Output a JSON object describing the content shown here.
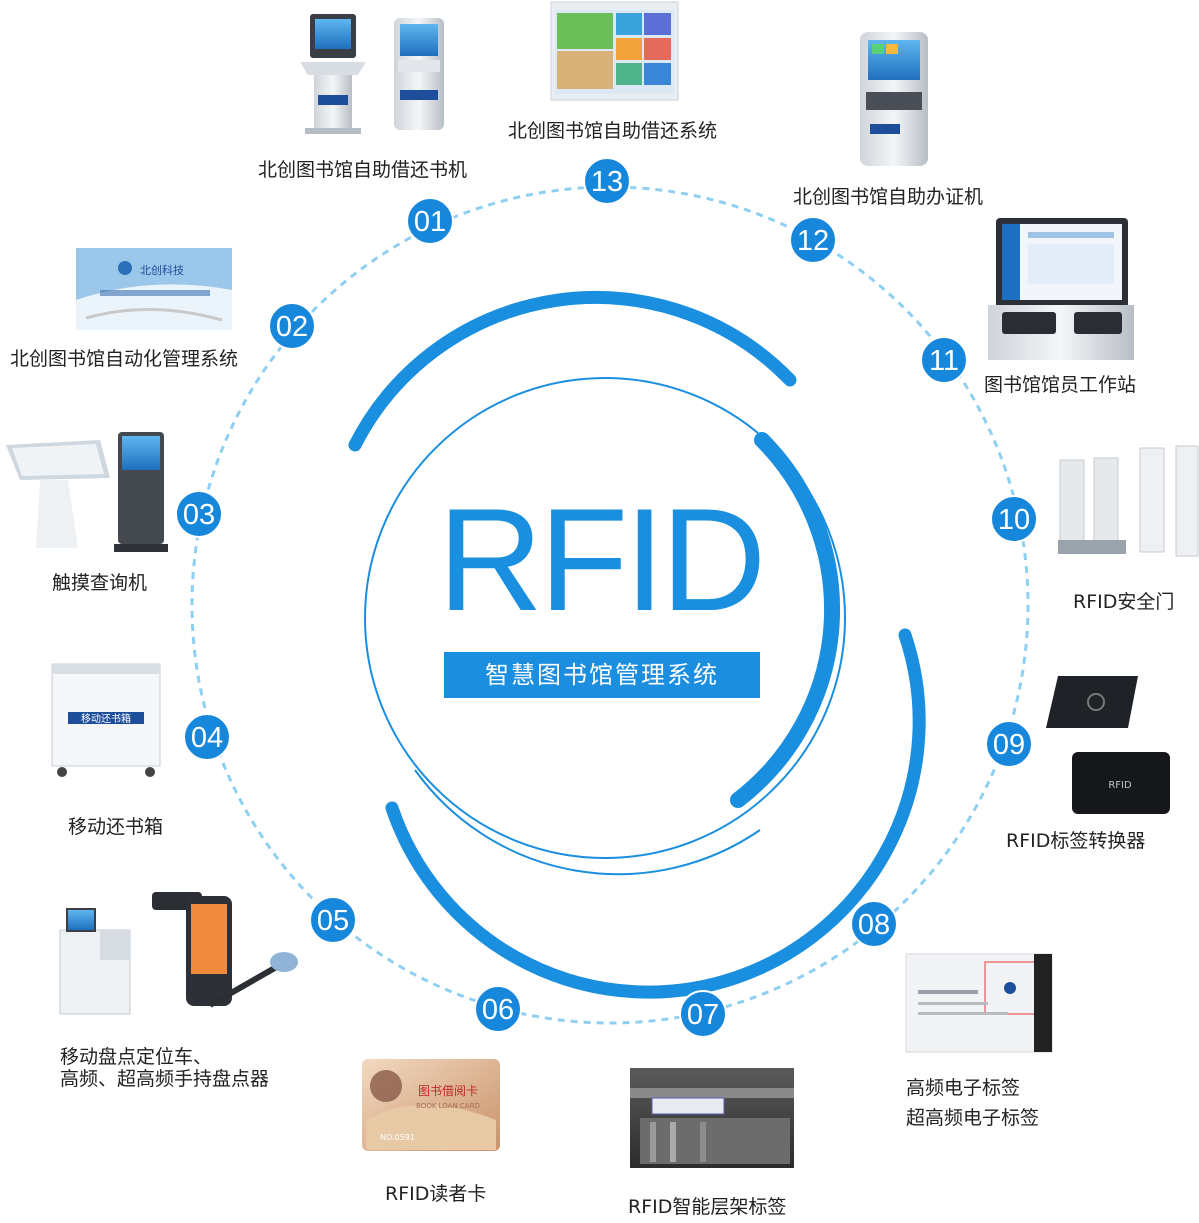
{
  "center": {
    "title": "RFID",
    "subtitle": "智慧图书馆管理系统"
  },
  "nodes": [
    {
      "num": "01",
      "label": "北创图书馆自助借还书机"
    },
    {
      "num": "02",
      "label": "北创图书馆自动化管理系统"
    },
    {
      "num": "03",
      "label": "触摸查询机"
    },
    {
      "num": "04",
      "label": "移动还书箱"
    },
    {
      "num": "05",
      "label": "移动盘点定位车、",
      "label2": "高频、超高频手持盘点器"
    },
    {
      "num": "06",
      "label": "RFID读者卡"
    },
    {
      "num": "07",
      "label": "RFID智能层架标签"
    },
    {
      "num": "08",
      "label": "高频电子标签",
      "label2": "超高频电子标签"
    },
    {
      "num": "09",
      "label": "RFID标签转换器"
    },
    {
      "num": "10",
      "label": "RFID安全门"
    },
    {
      "num": "11",
      "label": "图书馆馆员工作站"
    },
    {
      "num": "12",
      "label": "北创图书馆自助办证机"
    },
    {
      "num": "13",
      "label": "北创图书馆自助借还系统"
    }
  ],
  "images": {
    "software_box_brand": "北创科技",
    "reader_card_text": "图书借阅卡",
    "reader_card_sub": "BOOK LOAN CARD",
    "reader_card_no": "NO.0591",
    "return_box_text": "移动还书箱",
    "converter_text": "RFID"
  },
  "colors": {
    "accent": "#1a8fe0",
    "dash": "#8fd0f2",
    "badge": "#1787dc"
  }
}
